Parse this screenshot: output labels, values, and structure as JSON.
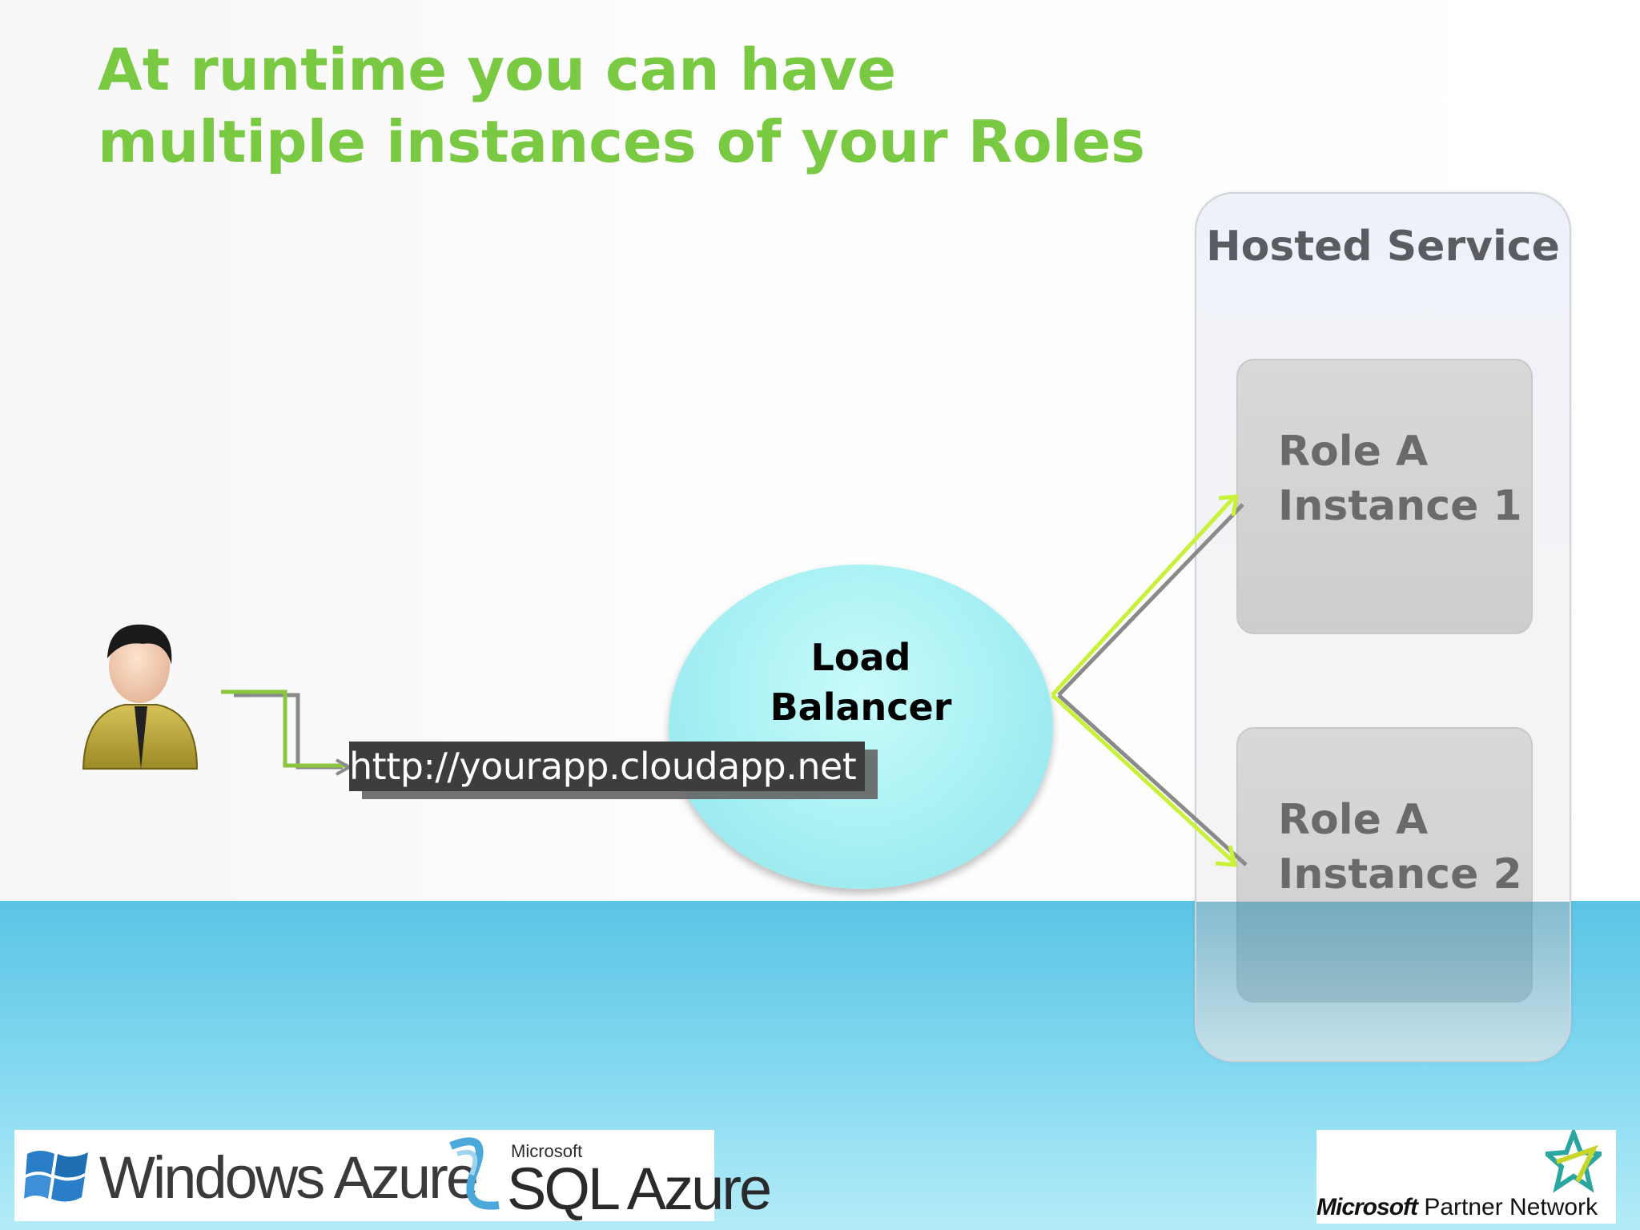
{
  "title": {
    "line1": "At runtime you can have",
    "line2": "multiple instances of your Roles"
  },
  "hosted_service": {
    "label": "Hosted Service",
    "roles": [
      {
        "line1": "Role A",
        "line2": "Instance 1"
      },
      {
        "line1": "Role A",
        "line2": "Instance 2"
      }
    ]
  },
  "load_balancer": {
    "line1": "Load",
    "line2": "Balancer"
  },
  "url": "http://yourapp.cloudapp.net",
  "logos": {
    "windows_azure": "Windows Azure",
    "microsoft": "Microsoft",
    "sql_azure": "SQL Azure",
    "partner_network_brand": "Microsoft",
    "partner_network_text": "Partner Network"
  },
  "colors": {
    "title": "#7ac943",
    "arrow_green": "#c8f23a",
    "arrow_gray": "#8a8a8a",
    "water": "#5bc4e4"
  }
}
